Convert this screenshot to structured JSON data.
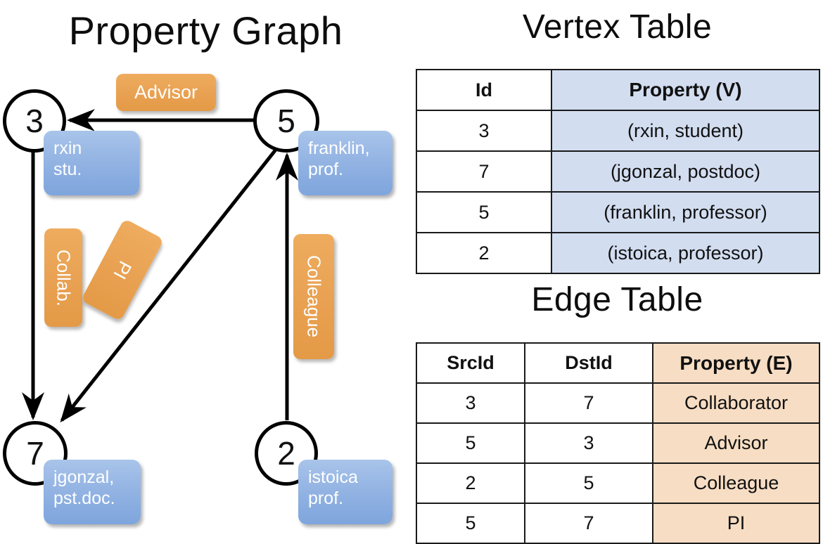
{
  "panels": {
    "graph_title": "Property Graph",
    "vertex_table_title": "Vertex Table",
    "edge_table_title": "Edge Table"
  },
  "graph": {
    "vertices": [
      {
        "id": "3",
        "property_text_line1": "rxin",
        "property_text_line2": "stu."
      },
      {
        "id": "5",
        "property_text_line1": "franklin,",
        "property_text_line2": "prof."
      },
      {
        "id": "7",
        "property_text_line1": "jgonzal,",
        "property_text_line2": "pst.doc."
      },
      {
        "id": "2",
        "property_text_line1": "istoica",
        "property_text_line2": "prof."
      }
    ],
    "edge_labels": [
      {
        "name": "advisor",
        "text": "Advisor"
      },
      {
        "name": "collab",
        "text": "Collab."
      },
      {
        "name": "pi",
        "text": "PI"
      },
      {
        "name": "colleague",
        "text": "Colleague"
      }
    ]
  },
  "vertex_table": {
    "headers": [
      "Id",
      "Property (V)"
    ],
    "rows": [
      {
        "id": "3",
        "property": "(rxin, student)"
      },
      {
        "id": "7",
        "property": "(jgonzal, postdoc)"
      },
      {
        "id": "5",
        "property": "(franklin, professor)"
      },
      {
        "id": "2",
        "property": "(istoica, professor)"
      }
    ]
  },
  "edge_table": {
    "headers": [
      "SrcId",
      "DstId",
      "Property (E)"
    ],
    "rows": [
      {
        "src": "3",
        "dst": "7",
        "property": "Collaborator"
      },
      {
        "src": "5",
        "dst": "3",
        "property": "Advisor"
      },
      {
        "src": "2",
        "dst": "5",
        "property": "Colleague"
      },
      {
        "src": "5",
        "dst": "7",
        "property": "PI"
      }
    ]
  },
  "colors": {
    "vertex_property_blue": "#94b4e3",
    "edge_label_orange": "#e9a253",
    "vertex_table_cell_blue": "#d2ddf0",
    "edge_table_cell_orange": "#f7ddc3",
    "stroke_black": "#000000",
    "background": "#ffffff"
  }
}
